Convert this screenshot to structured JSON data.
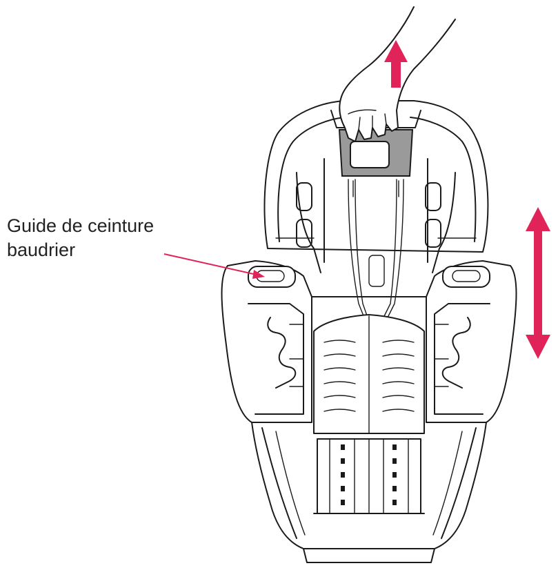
{
  "callout": {
    "line1": "Guide de ceinture",
    "line2": "baudrier"
  },
  "colors": {
    "accent": "#e0245a",
    "outline": "#1a1a1a",
    "handle_fill": "#9a9a9a",
    "background": "#ffffff"
  },
  "icons": {
    "pull_up_arrow": "arrow-up",
    "height_adjust_arrow": "double-arrow-vertical"
  }
}
